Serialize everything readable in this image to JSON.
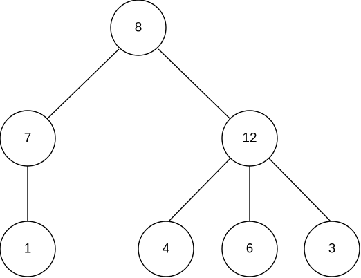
{
  "diagram": {
    "type": "tree",
    "nodes": [
      {
        "id": "n8",
        "label": "8"
      },
      {
        "id": "n7",
        "label": "7"
      },
      {
        "id": "n12",
        "label": "12"
      },
      {
        "id": "n1",
        "label": "1"
      },
      {
        "id": "n4",
        "label": "4"
      },
      {
        "id": "n6",
        "label": "6"
      },
      {
        "id": "n3",
        "label": "3"
      }
    ],
    "edges": [
      {
        "from": "n8",
        "to": "n7"
      },
      {
        "from": "n8",
        "to": "n12"
      },
      {
        "from": "n7",
        "to": "n1"
      },
      {
        "from": "n12",
        "to": "n4"
      },
      {
        "from": "n12",
        "to": "n6"
      },
      {
        "from": "n12",
        "to": "n3"
      }
    ]
  }
}
